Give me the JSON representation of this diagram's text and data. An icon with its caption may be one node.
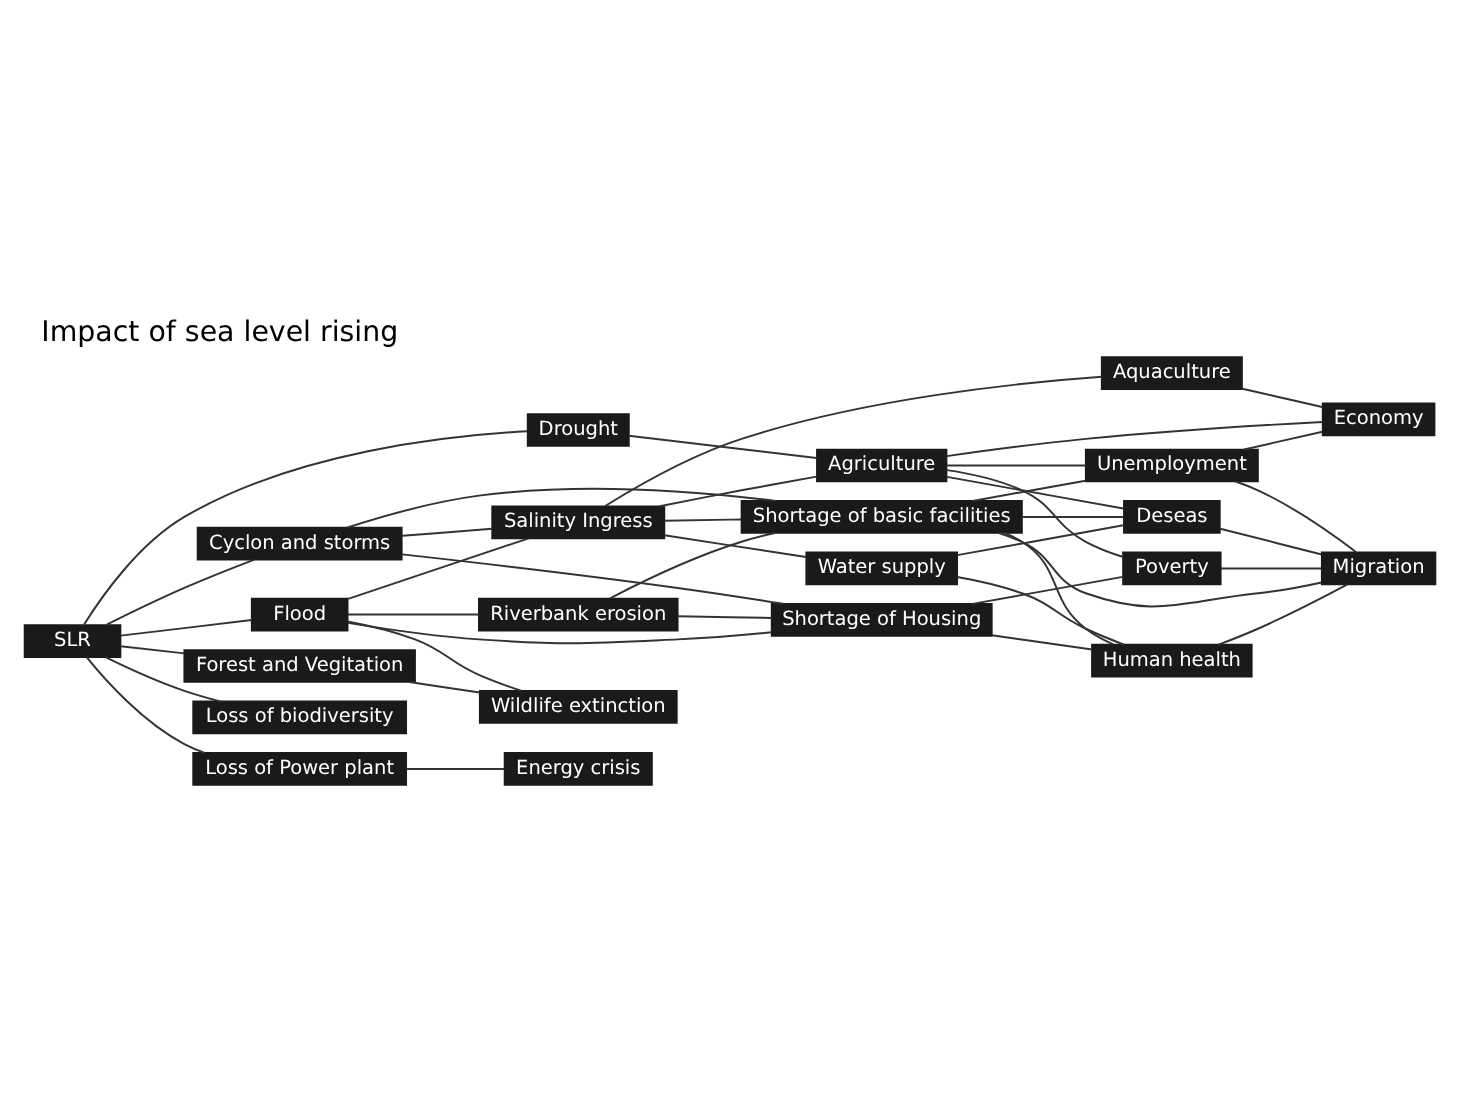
{
  "diagram": {
    "title": "Impact of sea level rising",
    "nodes": [
      {
        "text": [
          "SLR"
        ]
      },
      {
        "text": [
          "Flood"
        ]
      },
      {
        "text": [
          "Cyclon and storms"
        ]
      },
      {
        "text": [
          "Forest and Vegitation"
        ]
      },
      {
        "text": [
          "Salinity Ingress"
        ]
      },
      {
        "text": [
          "Riverbank erosion"
        ]
      },
      {
        "text": [
          "Drought"
        ]
      },
      {
        "text": [
          "Wildlife extinction"
        ]
      },
      {
        "text": [
          "Loss of biodiversity"
        ]
      },
      {
        "text": [
          "Loss of Power plant"
        ]
      },
      {
        "text": [
          "Agriculture"
        ]
      },
      {
        "text": [
          "Aquaculture"
        ]
      },
      {
        "text": [
          "Water supply"
        ]
      },
      {
        "text": [
          "Shortage of Housing"
        ]
      },
      {
        "text": [
          "Shortage of basic facilities"
        ]
      },
      {
        "text": [
          "Energy crisis"
        ]
      },
      {
        "text": [
          "Economy"
        ]
      },
      {
        "text": [
          "Human health"
        ]
      },
      {
        "text": [
          "Unemployment"
        ]
      },
      {
        "text": [
          "Poverty"
        ]
      },
      {
        "text": [
          "Deseas"
        ]
      },
      {
        "text": [
          "Migration"
        ]
      }
    ],
    "edges": [
      {
        "from": 0,
        "to": 1,
        "arrow": "none"
      },
      {
        "from": 0,
        "to": 2,
        "arrow": "none"
      },
      {
        "from": 0,
        "to": 3,
        "arrow": "none"
      },
      {
        "from": 0,
        "to": 6,
        "arrow": "none"
      },
      {
        "from": 0,
        "to": 8,
        "arrow": "none"
      },
      {
        "from": 0,
        "to": 9,
        "arrow": "none"
      },
      {
        "from": 1,
        "to": 4,
        "arrow": "none"
      },
      {
        "from": 1,
        "to": 5,
        "arrow": "none"
      },
      {
        "from": 1,
        "to": 7,
        "arrow": "none"
      },
      {
        "from": 1,
        "to": 13,
        "arrow": "none"
      },
      {
        "from": 2,
        "to": 4,
        "arrow": "none"
      },
      {
        "from": 2,
        "to": 13,
        "arrow": "none"
      },
      {
        "from": 2,
        "to": 14,
        "arrow": "none"
      },
      {
        "from": 3,
        "to": 7,
        "arrow": "none"
      },
      {
        "from": 4,
        "to": 10,
        "arrow": "none"
      },
      {
        "from": 4,
        "to": 11,
        "arrow": "none"
      },
      {
        "from": 4,
        "to": 12,
        "arrow": "none"
      },
      {
        "from": 4,
        "to": 14,
        "arrow": "none"
      },
      {
        "from": 6,
        "to": 10,
        "arrow": "none"
      },
      {
        "from": 5,
        "to": 13,
        "arrow": "none"
      },
      {
        "from": 5,
        "to": 14,
        "arrow": "none"
      },
      {
        "from": 9,
        "to": 15,
        "arrow": "none"
      },
      {
        "from": 10,
        "to": 16,
        "arrow": "none"
      },
      {
        "from": 10,
        "to": 18,
        "arrow": "none"
      },
      {
        "from": 10,
        "to": 19,
        "arrow": "none"
      },
      {
        "from": 10,
        "to": 20,
        "arrow": "none"
      },
      {
        "from": 11,
        "to": 16,
        "arrow": "none"
      },
      {
        "from": 12,
        "to": 17,
        "arrow": "none"
      },
      {
        "from": 12,
        "to": 20,
        "arrow": "none"
      },
      {
        "from": 13,
        "to": 17,
        "arrow": "none"
      },
      {
        "from": 13,
        "to": 19,
        "arrow": "none"
      },
      {
        "from": 14,
        "to": 17,
        "arrow": "none"
      },
      {
        "from": 14,
        "to": 18,
        "arrow": "none"
      },
      {
        "from": 14,
        "to": 20,
        "arrow": "none"
      },
      {
        "from": 14,
        "to": 21,
        "arrow": "none"
      },
      {
        "from": 17,
        "to": 21,
        "arrow": "none"
      },
      {
        "from": 18,
        "to": 16,
        "arrow": "none"
      },
      {
        "from": 18,
        "to": 21,
        "arrow": "none"
      },
      {
        "from": 19,
        "to": 21,
        "arrow": "none"
      },
      {
        "from": 20,
        "to": 21,
        "arrow": "none"
      }
    ]
  }
}
